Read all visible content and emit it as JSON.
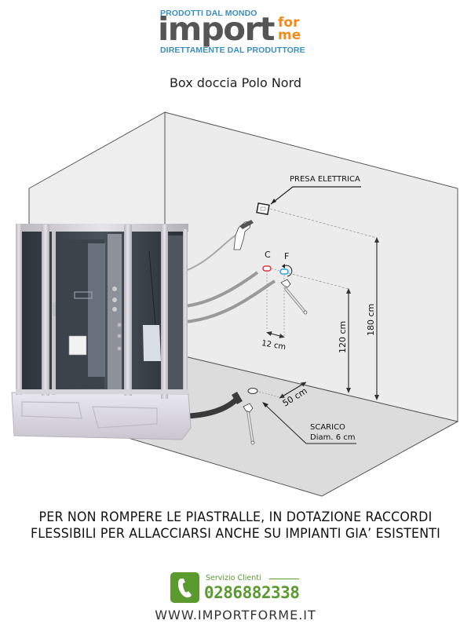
{
  "logo": {
    "tagline_top": "PRODOTTI DAL MONDO",
    "brand_main": "import",
    "brand_for": "for",
    "brand_me": "me",
    "tagline_bottom": "DIRETTAMENTE DAL PRODUTTORE",
    "colors": {
      "tagline": "#3a8fbf",
      "brand": "#555555",
      "accent": "#f28a1c"
    }
  },
  "title": "Box doccia Polo Nord",
  "diagram": {
    "labels": {
      "power_outlet": "PRESA ELETTRICA",
      "hot": "C",
      "cold": "F",
      "tap_spacing": "12 cm",
      "tap_height": "120 cm",
      "outlet_height": "180 cm",
      "drain_distance": "50 cm",
      "drain_title": "SCARICO",
      "drain_diameter": "Diam. 6 cm"
    },
    "colors": {
      "wall": "#ececec",
      "floor": "#dcdcdc",
      "lines": "#555555",
      "hot": "#d9363e",
      "cold": "#2aa3d8"
    }
  },
  "notice": {
    "line1": "PER NON ROMPERE LE PIASTRALLE, IN DOTAZIONE RACCORDI",
    "line2": "FLESSIBILI PER ALLACCIARSI ANCHE SU IMPIANTI GIA’ ESISTENTI"
  },
  "contact": {
    "service_label": "Servizio Clienti",
    "phone": "0286882338",
    "website": "WWW.IMPORTFORME.IT",
    "icon": "phone-icon",
    "color": "#5a9a2f"
  }
}
